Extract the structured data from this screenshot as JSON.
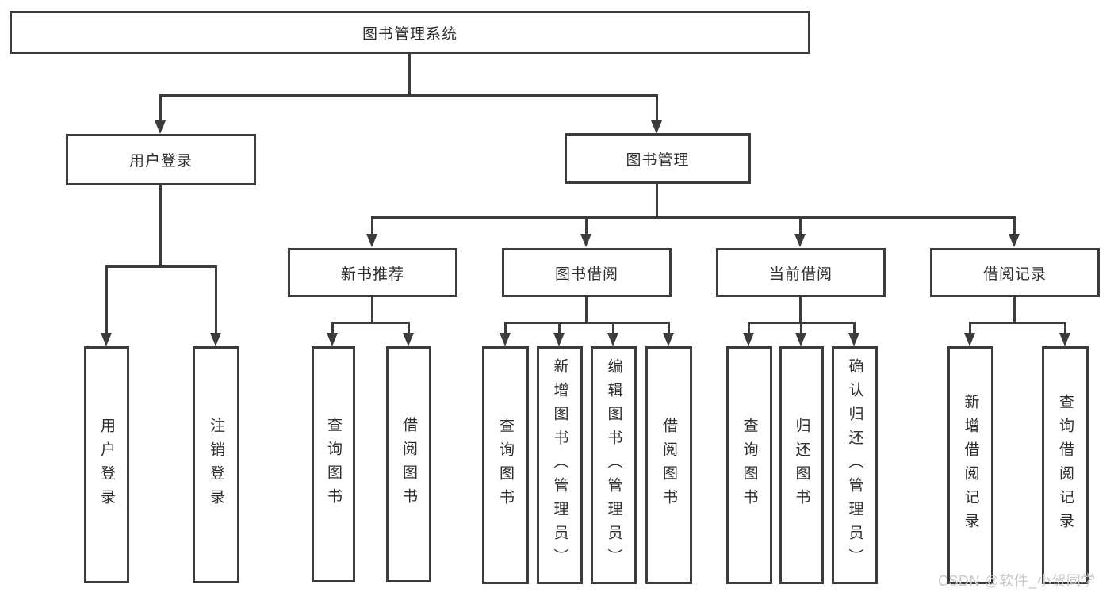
{
  "colors": {
    "border": "#3b3b3b",
    "line": "#3b3b3b",
    "text": "#2e2e2e",
    "watermark": "#c8c8c8",
    "background": "#ffffff"
  },
  "nodes": {
    "root": "图书管理系统",
    "user_login": "用户登录",
    "book_management": "图书管理",
    "new_book_recommend": "新书推荐",
    "book_borrowing": "图书借阅",
    "current_borrowing": "当前借阅",
    "borrowing_records": "借阅记录",
    "leaf_user_login": "用户登录",
    "leaf_logout": "注销登录",
    "rec_query_books": "查询图书",
    "rec_borrow_books": "借阅图书",
    "bb_query_books": "查询图书",
    "bb_add_books": "新增图书（管理员）",
    "bb_edit_books": "编辑图书（管理员）",
    "bb_borrow_books": "借阅图书",
    "cb_query_books": "查询图书",
    "cb_return_books": "归还图书",
    "cb_confirm_return": "确认归还（管理员）",
    "br_add_record": "新增借阅记录",
    "br_query_record": "查询借阅记录"
  },
  "hierarchy": {
    "图书管理系统": {
      "用户登录": [
        "用户登录",
        "注销登录"
      ],
      "图书管理": {
        "新书推荐": [
          "查询图书",
          "借阅图书"
        ],
        "图书借阅": [
          "查询图书",
          "新增图书（管理员）",
          "编辑图书（管理员）",
          "借阅图书"
        ],
        "当前借阅": [
          "查询图书",
          "归还图书",
          "确认归还（管理员）"
        ],
        "借阅记录": [
          "新增借阅记录",
          "查询借阅记录"
        ]
      }
    }
  },
  "watermark": "CSDN @软件_小贺同学"
}
